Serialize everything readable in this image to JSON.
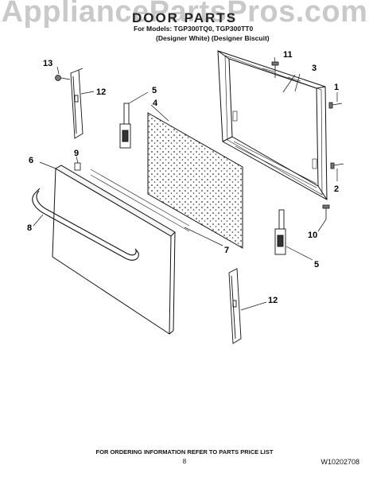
{
  "watermark": "AppliancePartsPros.com",
  "header": {
    "title": "DOOR PARTS",
    "models": "For Models: TGP300TQ0, TGP300TT0",
    "variants": "(Designer White)  (Designer Biscuit)"
  },
  "callouts": {
    "c1": "1",
    "c2": "2",
    "c3": "3",
    "c4": "4",
    "c5a": "5",
    "c5b": "5",
    "c6": "6",
    "c7": "7",
    "c8": "8",
    "c9": "9",
    "c10": "10",
    "c11": "11",
    "c12a": "12",
    "c12b": "12",
    "c13": "13"
  },
  "footer": {
    "ordering_note": "FOR ORDERING INFORMATION REFER TO PARTS PRICE LIST",
    "page_number": "8",
    "document_id": "W10202708"
  }
}
